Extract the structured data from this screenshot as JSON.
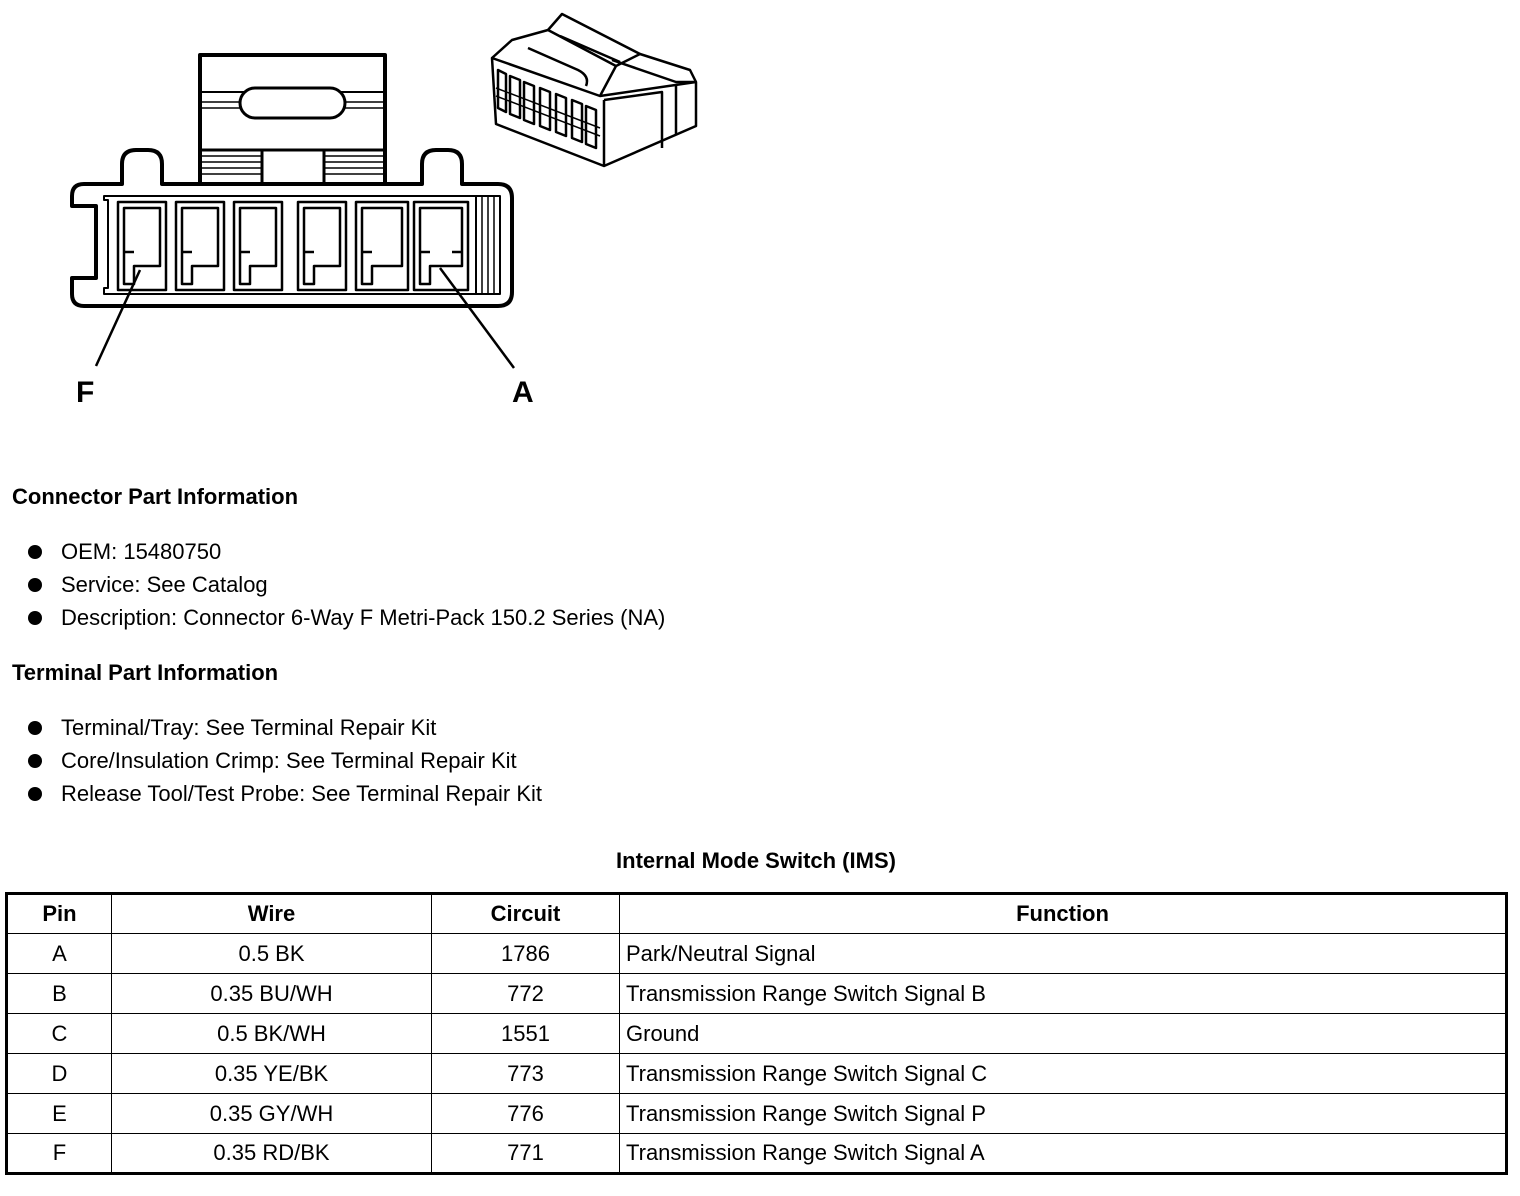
{
  "diagram": {
    "pin_labels": {
      "left": "F",
      "right": "A"
    }
  },
  "connector_info": {
    "heading": "Connector Part Information",
    "items": [
      "OEM: 15480750",
      "Service: See Catalog",
      "Description: Connector 6-Way F Metri-Pack 150.2 Series (NA)"
    ]
  },
  "terminal_info": {
    "heading": "Terminal Part Information",
    "items": [
      "Terminal/Tray: See Terminal Repair Kit",
      "Core/Insulation Crimp: See Terminal Repair Kit",
      "Release Tool/Test Probe: See Terminal Repair Kit"
    ]
  },
  "table": {
    "title": "Internal Mode Switch (IMS)",
    "headers": [
      "Pin",
      "Wire",
      "Circuit",
      "Function"
    ],
    "rows": [
      [
        "A",
        "0.5 BK",
        "1786",
        "Park/Neutral Signal"
      ],
      [
        "B",
        "0.35 BU/WH",
        "772",
        "Transmission Range Switch Signal B"
      ],
      [
        "C",
        "0.5 BK/WH",
        "1551",
        "Ground"
      ],
      [
        "D",
        "0.35 YE/BK",
        "773",
        "Transmission Range Switch Signal C"
      ],
      [
        "E",
        "0.35 GY/WH",
        "776",
        "Transmission Range Switch Signal P"
      ],
      [
        "F",
        "0.35 RD/BK",
        "771",
        "Transmission Range Switch Signal A"
      ]
    ]
  }
}
